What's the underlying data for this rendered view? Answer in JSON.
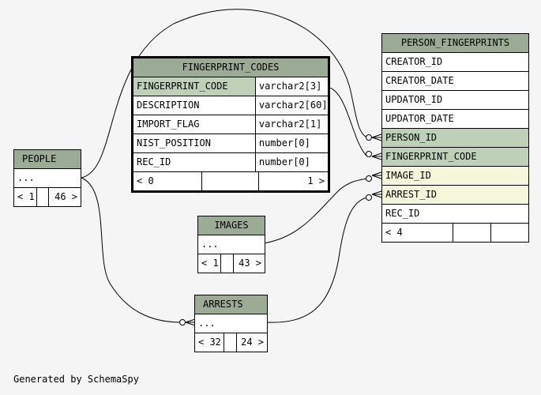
{
  "tables": {
    "fingerprint_codes": {
      "name": "FINGERPRINT_CODES",
      "columns": [
        {
          "name": "FINGERPRINT_CODE",
          "type": "varchar2[3]"
        },
        {
          "name": "DESCRIPTION",
          "type": "varchar2[60]"
        },
        {
          "name": "IMPORT_FLAG",
          "type": "varchar2[1]"
        },
        {
          "name": "NIST_POSITION",
          "type": "number[0]"
        },
        {
          "name": "REC_ID",
          "type": "number[0]"
        }
      ],
      "footer": {
        "parents": "< 0",
        "children": "1 >"
      }
    },
    "person_fingerprints": {
      "name": "PERSON_FINGERPRINTS",
      "columns": [
        "CREATOR_ID",
        "CREATOR_DATE",
        "UPDATOR_ID",
        "UPDATOR_DATE",
        "PERSON_ID",
        "FINGERPRINT_CODE",
        "IMAGE_ID",
        "ARREST_ID",
        "REC_ID"
      ],
      "footer": {
        "parents": "< 4"
      }
    },
    "people": {
      "name": "PEOPLE",
      "ellipsis": "...",
      "footer": {
        "parents": "< 1",
        "children": "46 >"
      }
    },
    "images": {
      "name": "IMAGES",
      "ellipsis": "...",
      "footer": {
        "parents": "< 1",
        "children": "43 >"
      }
    },
    "arrests": {
      "name": "ARRESTS",
      "ellipsis": "...",
      "footer": {
        "parents": "< 32",
        "children": "24 >"
      }
    }
  },
  "generated_by": "Generated by SchemaSpy",
  "colors": {
    "header": "#9bab96",
    "primary_key": "#bed1b8",
    "foreign_key": "#f4f7da",
    "background": "#f5f5f5"
  }
}
